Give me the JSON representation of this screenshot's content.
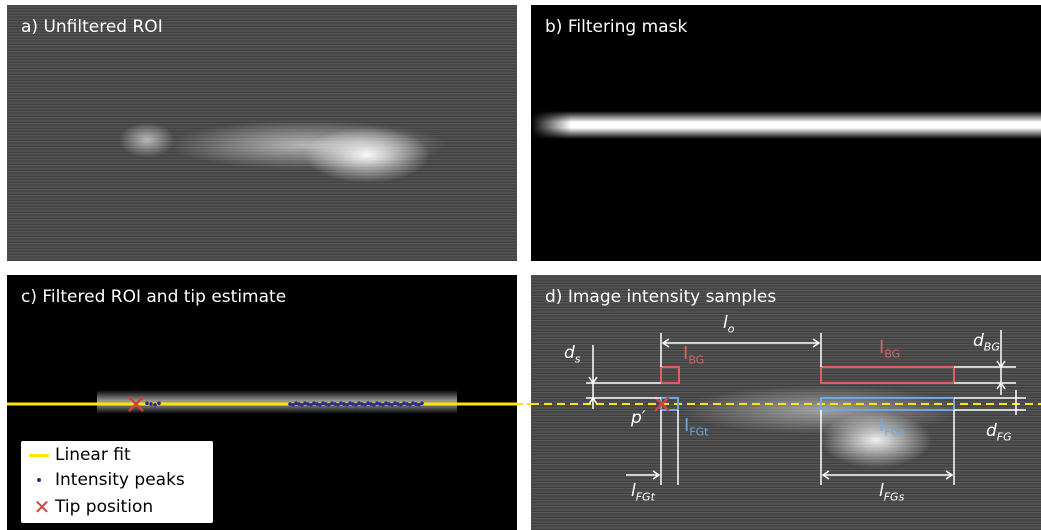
{
  "panels": {
    "a": {
      "label": "a) Unfiltered ROI"
    },
    "b": {
      "label": "b) Filtering mask"
    },
    "c": {
      "label": "c) Filtered ROI and tip estimate"
    },
    "d": {
      "label": "d) Image intensity samples"
    }
  },
  "legend": {
    "linear_fit": "Linear fit",
    "intensity_peaks": "Intensity peaks",
    "tip_position": "Tip position"
  },
  "annotations": {
    "d_s": {
      "base": "d",
      "sub": "s"
    },
    "l_o": {
      "base": "l",
      "sub": "o"
    },
    "d_BG": {
      "base": "d",
      "sub": "BG"
    },
    "I_BG_small": {
      "base": "I",
      "sub": "BG"
    },
    "I_BG_large": {
      "base": "I",
      "sub": "BG"
    },
    "p_prime": "p′",
    "I_FGt": {
      "base": "I",
      "sub": "FGt"
    },
    "I_FGs": {
      "base": "I",
      "sub": "FGs"
    },
    "d_FG": {
      "base": "d",
      "sub": "FG"
    },
    "l_FGt": {
      "base": "l",
      "sub": "FGt"
    },
    "l_FGs": {
      "base": "l",
      "sub": "FGs"
    }
  },
  "colors": {
    "linear_fit": "#ffe600",
    "intensity_peaks": "#2b2b8c",
    "tip_marker": "#cc4444",
    "background_sample": "#e06060",
    "foreground_sample": "#6fa8e0"
  }
}
